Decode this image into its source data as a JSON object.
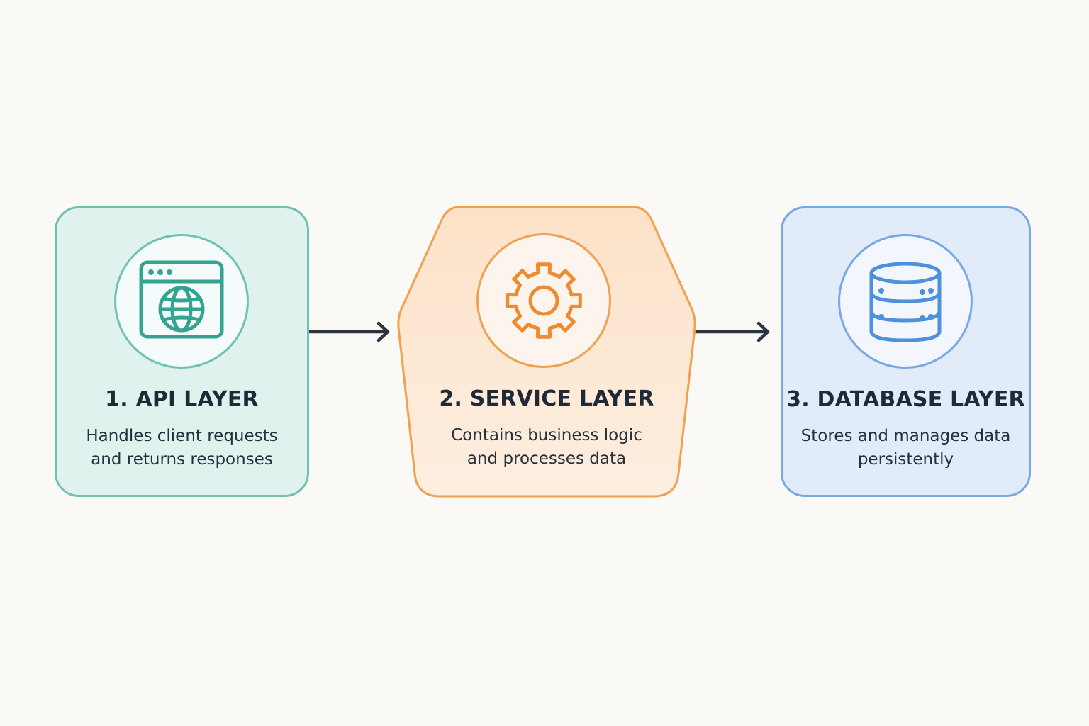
{
  "layers": [
    {
      "title": "1. API LAYER",
      "desc_line1": "Handles client requests",
      "desc_line2": "and returns responses",
      "icon": "browser-globe-icon",
      "color": "#5fb8a7"
    },
    {
      "title": "2. SERVICE LAYER",
      "desc_line1": "Contains business logic",
      "desc_line2": "and processes data",
      "icon": "gear-icon",
      "color": "#f0963c"
    },
    {
      "title": "3. DATABASE LAYER",
      "desc_line1": "Stores and manages data",
      "desc_line2": "persistently",
      "icon": "database-icon",
      "color": "#5b99e0"
    }
  ],
  "connectors": [
    {
      "from": "1. API LAYER",
      "to": "2. SERVICE LAYER",
      "color": "#2b3440"
    },
    {
      "from": "2. SERVICE LAYER",
      "to": "3. DATABASE LAYER",
      "color": "#2b3440"
    }
  ]
}
